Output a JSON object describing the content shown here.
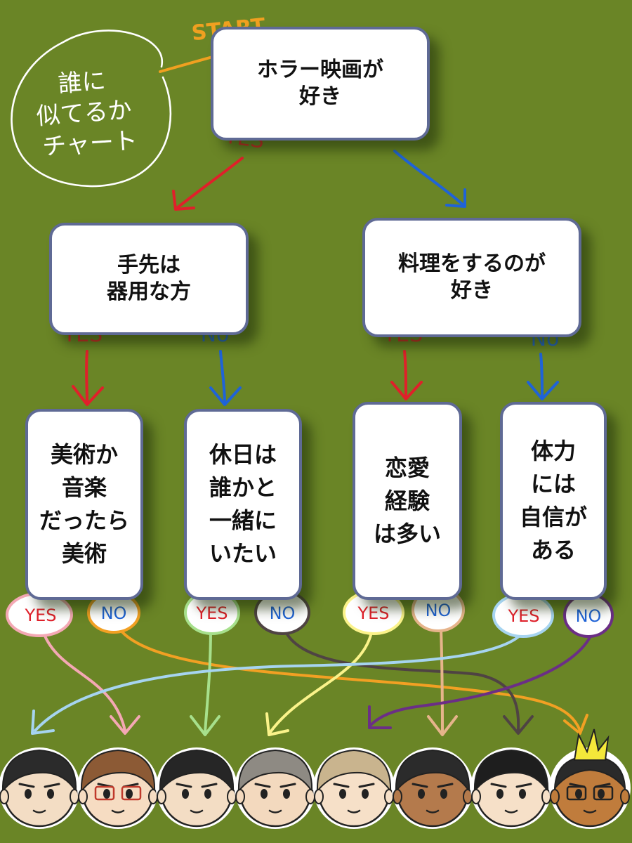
{
  "start_label": "START",
  "chart_title": "誰に\n似てるか\nチャート",
  "answer_yes": "YES",
  "answer_no": "NO",
  "answer_no_lower": "No",
  "questions": {
    "q1": "ホラー映画が\n好き",
    "q2_left": "手先は\n器用な方",
    "q2_right": "料理をするのが\n好き",
    "q3_a": "美術か\n音楽\nだったら\n美術",
    "q3_b": "休日は\n誰かと\n一緒に\nいたい",
    "q3_c": "恋愛\n経験\nは多い",
    "q3_d": "体力\nには\n自信が\nある"
  },
  "colors": {
    "background": "#6a8526",
    "box_border": "#5f6a95",
    "yes_red": "#e0202a",
    "no_blue": "#1f63d8",
    "start_orange": "#f0a020",
    "pink": "#f4a8b4",
    "orange": "#f2a023",
    "light_green": "#a7e08c",
    "dark_brown": "#4f4343",
    "yellow": "#fbf38a",
    "tan": "#e6b48b",
    "light_blue": "#a6d4f0",
    "purple": "#6b2e86"
  },
  "characters": [
    {
      "name": "character-1-icon",
      "hair": "#2b2b2b",
      "skin": "#f3ddc4"
    },
    {
      "name": "character-2-icon",
      "hair": "#8c5a35",
      "skin": "#f6dcc2"
    },
    {
      "name": "character-3-icon",
      "hair": "#262626",
      "skin": "#f3ddc4"
    },
    {
      "name": "character-4-icon",
      "hair": "#8e8a83",
      "skin": "#f3d9be"
    },
    {
      "name": "character-5-icon",
      "hair": "#c9b48e",
      "skin": "#f6e0c8"
    },
    {
      "name": "character-6-icon",
      "hair": "#2b2b2b",
      "skin": "#b47a4c"
    },
    {
      "name": "character-7-icon",
      "hair": "#1e1e1e",
      "skin": "#f6e0c8"
    },
    {
      "name": "character-8-icon",
      "hair": "#f4e83a",
      "skin": "#c07c3c"
    }
  ]
}
